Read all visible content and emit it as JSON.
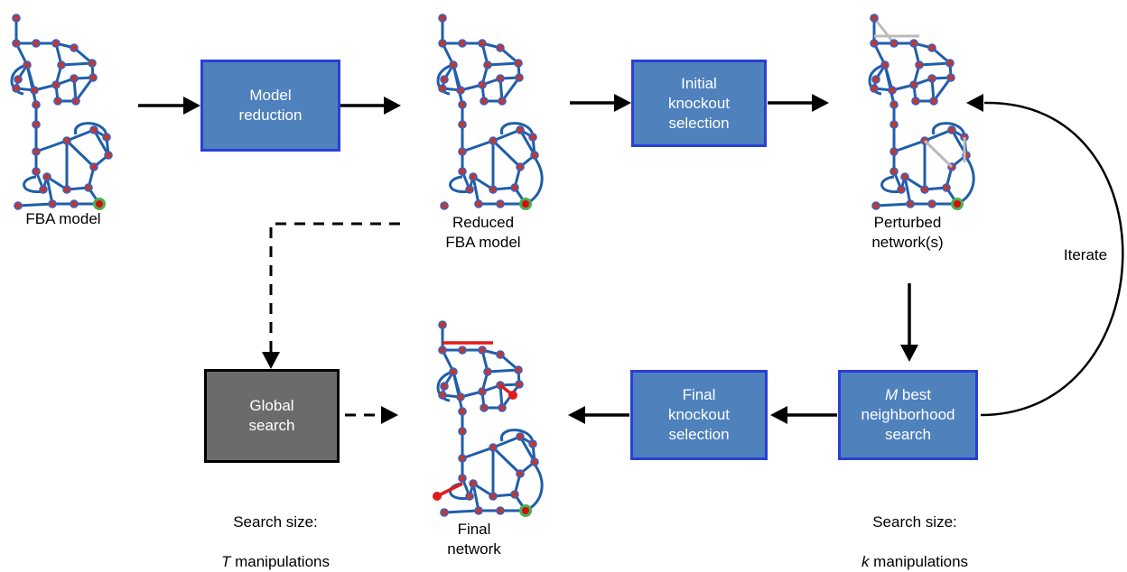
{
  "boxes": {
    "model_reduction": "Model\nreduction",
    "initial_knockout": "Initial\nknockout\nselection",
    "global_search": "Global\nsearch",
    "final_knockout": "Final\nknockout\nselection",
    "m_best_prefix": "M",
    "m_best_rest": " best\nneighborhood\nsearch"
  },
  "captions": {
    "fba_model": "FBA model",
    "reduced_fba_model": "Reduced\nFBA model",
    "perturbed_networks": "Perturbed\nnetwork(s)",
    "final_network": "Final\nnetwork",
    "iterate": "Iterate"
  },
  "search_sizes": {
    "left_title": "Search size:",
    "left_var": "T",
    "left_rest": " manipulations",
    "right_title": "Search size:",
    "right_var": "k",
    "right_rest": " manipulations"
  },
  "colors": {
    "node_fill": "#c0392b",
    "node_stroke": "#3a5fc8",
    "edge": "#1f5fa8",
    "removed_edge": "#bbbbbb",
    "added_edge": "#e01b1b",
    "target_ring": "#4caf50",
    "box_fill": "#4f81bd",
    "box_border": "#2a3fd6",
    "global_fill": "#6b6b6b"
  }
}
